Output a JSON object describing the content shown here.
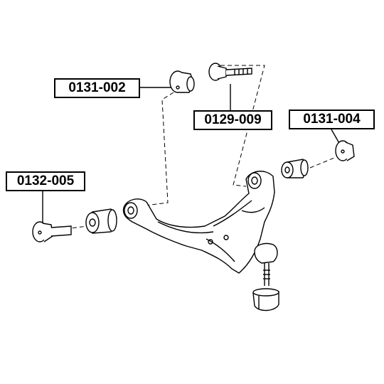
{
  "callouts": {
    "c1": "0131-002",
    "c2": "0129-009",
    "c3": "0131-004",
    "c4": "0132-005"
  },
  "colors": {
    "stroke": "#000000",
    "fill": "#ffffff",
    "shade": "#cfcfcf"
  }
}
